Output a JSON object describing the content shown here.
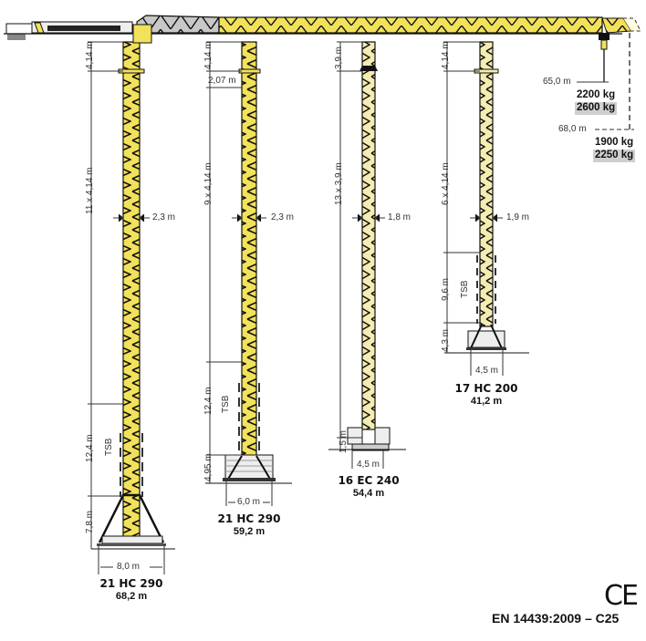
{
  "jib": {
    "radius_1": "65,0 m",
    "load_1a": "2200 kg",
    "load_1b": "2600 kg",
    "radius_2": "68,0 m",
    "load_2a": "1900 kg",
    "load_2b": "2250 kg"
  },
  "cranes": [
    {
      "model": "21 HC 290",
      "height": "68,2 m",
      "top_section": "4,14 m",
      "mast": "11 x 4,14 m",
      "mast_width": "2,3 m",
      "tsb": "12,4 m",
      "tsb_label": "TSB",
      "base_height": "7,8 m",
      "base_width": "8,0 m"
    },
    {
      "model": "21 HC 290",
      "height": "59,2 m",
      "top_section": "4,14 m",
      "half_section": "2,07 m",
      "mast": "9 x 4,14 m",
      "mast_width": "2,3 m",
      "tsb": "12,4 m",
      "tsb_label": "TSB",
      "base_height": "4,95 m",
      "base_width": "6,0 m"
    },
    {
      "model": "16 EC 240",
      "height": "54,4 m",
      "top_section": "3,9 m",
      "mast": "13 x 3,9 m",
      "mast_width": "1,8 m",
      "base_height": "1,5 m",
      "base_width": "4,5 m"
    },
    {
      "model": "17 HC 200",
      "height": "41,2 m",
      "top_section": "4,14 m",
      "mast": "6 x 4,14 m",
      "mast_width": "1,9 m",
      "tsb": "9,6 m",
      "tsb_label": "TSB",
      "base_height": "4,3 m",
      "base_width": "4,5 m"
    }
  ],
  "footer": {
    "ce_mark": "CE",
    "norm": "EN 14439:2009 – C25"
  },
  "colors": {
    "mast_yellow": "#f2e15a",
    "mast_pale": "#f4ecb0",
    "truss": "#111111",
    "counter_jib_grey": "#c8c8c8",
    "load_highlight": "#cfcfcf"
  }
}
